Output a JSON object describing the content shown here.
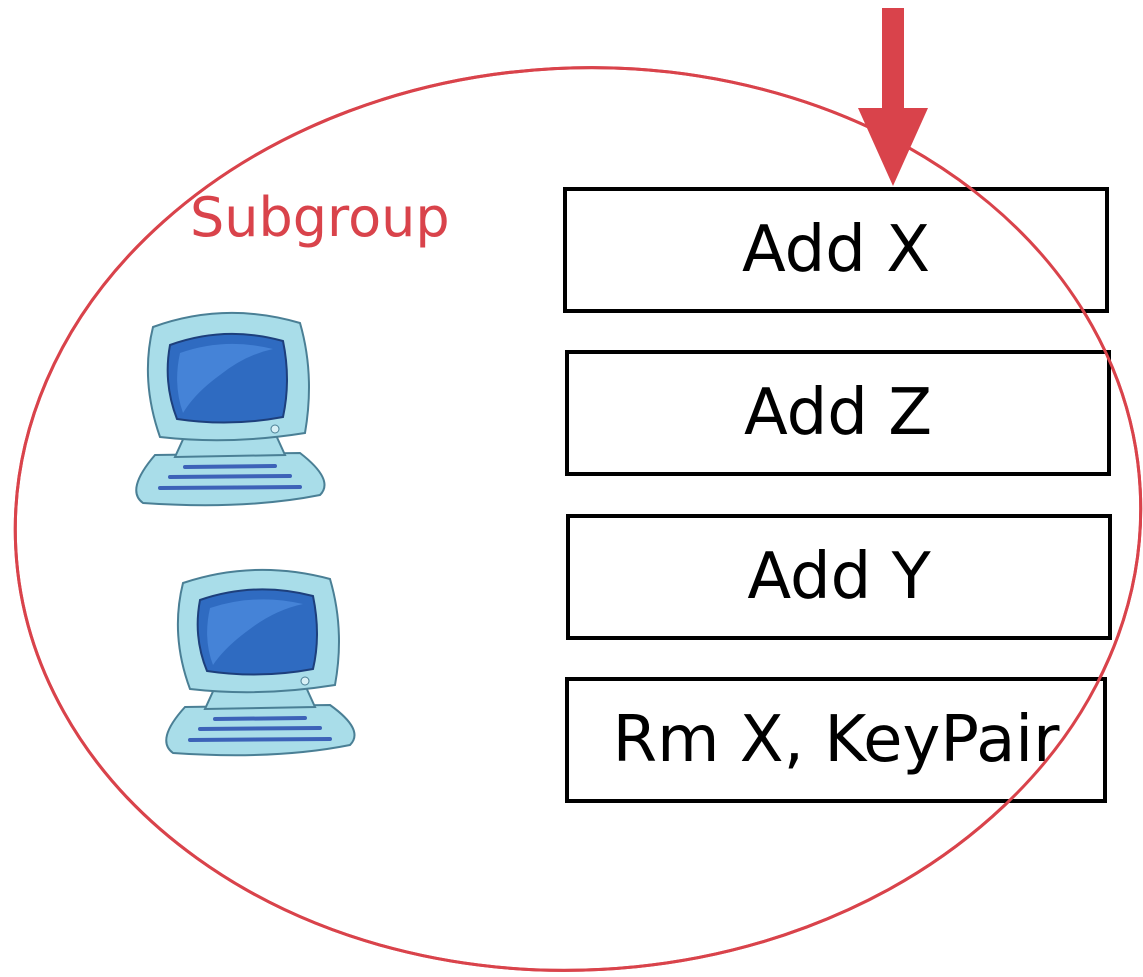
{
  "diagram": {
    "group_label": "Subgroup",
    "operations": [
      {
        "label": "Add X"
      },
      {
        "label": "Add Z"
      },
      {
        "label": "Add Y"
      },
      {
        "label": "Rm X, KeyPair"
      }
    ],
    "members": [
      {
        "icon": "computer-icon"
      },
      {
        "icon": "computer-icon"
      }
    ],
    "colors": {
      "group_outline": "#d9434b",
      "arrow": "#d9434b",
      "box_border": "#000000",
      "monitor_screen": "#2f6bc1",
      "monitor_body": "#a9dde9"
    }
  }
}
